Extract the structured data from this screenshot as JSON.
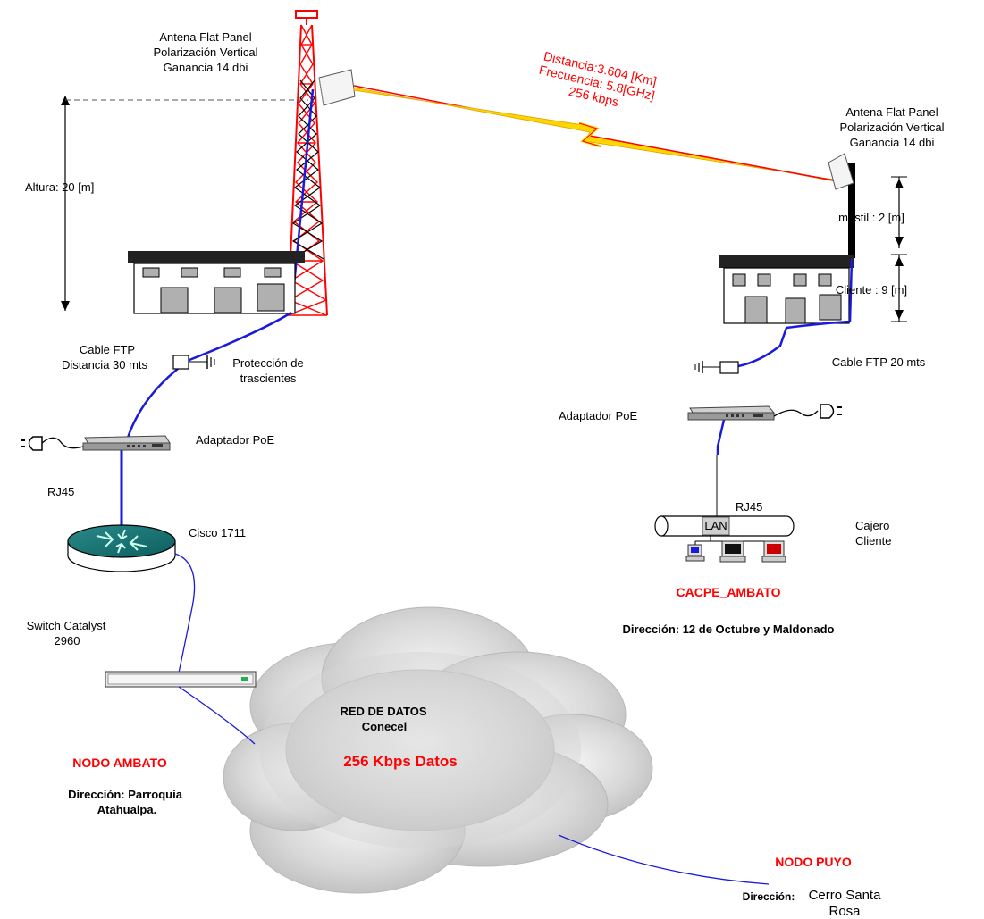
{
  "left_site": {
    "antenna_label": [
      "Antena Flat Panel",
      "Polarización Vertical",
      "Ganancia 14 dbi"
    ],
    "height_label": "Altura: 20 [m]",
    "cable_label": [
      "Cable FTP",
      "Distancia 30 mts"
    ],
    "protection_label": [
      "Protección de",
      "trascientes"
    ],
    "poe_label": "Adaptador PoE",
    "rj45_label": "RJ45",
    "router_label": "Cisco 1711",
    "switch_label": [
      "Switch Catalyst",
      "2960"
    ],
    "node_title": "NODO AMBATO",
    "address": [
      "Dirección:  Parroquia",
      "Atahualpa."
    ]
  },
  "link": {
    "lines": [
      "Distancia:3.604 [Km]",
      "Frecuencia: 5.8[GHz]",
      "256 kbps"
    ]
  },
  "right_site": {
    "antenna_label": [
      "Antena Flat Panel",
      "Polarización Vertical",
      "Ganancia 14 dbi"
    ],
    "mast_label": "mástil : 2 [m]",
    "client_height_label": "Cliente : 9 [m]",
    "cable_label": "Cable FTP 20 mts",
    "poe_label": "Adaptador PoE",
    "rj45_label": "RJ45",
    "lan_label": "LAN",
    "terminal_label": [
      "Cajero",
      "Cliente"
    ],
    "node_title": "CACPE_AMBATO",
    "address": "Dirección: 12 de Octubre y Maldonado"
  },
  "cloud": {
    "title": [
      "RED DE  DATOS",
      "Conecel"
    ],
    "rate": "256 Kbps  Datos"
  },
  "puyo": {
    "node_title": "NODO  PUYO",
    "address_prefix": "Dirección:",
    "address_value": [
      "Cerro Santa",
      "Rosa"
    ]
  },
  "colors": {
    "tower_red": "#ff0000",
    "cable_blue": "#1a1adc",
    "link_yellow": "#ffd700",
    "cloud_gray": "#cfcfcf"
  }
}
